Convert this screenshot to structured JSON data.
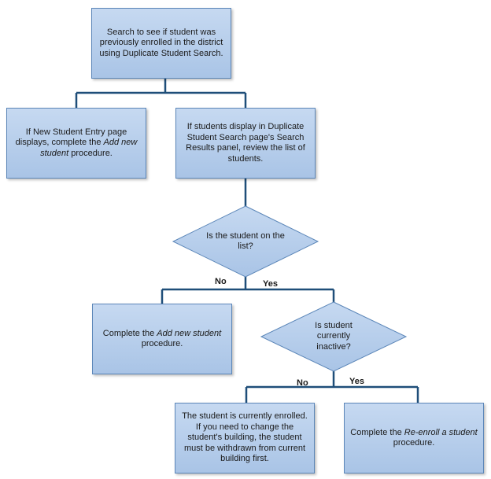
{
  "boxes": {
    "search": {
      "text": "Search to see if student was previously enrolled in the district using Duplicate Student Search."
    },
    "new_entry": {
      "pre": "If New Student Entry page displays, complete the ",
      "em": "Add new student",
      "post": " procedure."
    },
    "duplicates": {
      "text": "If students display in Duplicate Student Search page's Search Results panel, review the list of students."
    },
    "complete_add": {
      "pre": "Complete the ",
      "em": "Add new student",
      "post": " procedure."
    },
    "enrolled": {
      "text": "The student is currently enrolled. If you need to change the student's building, the student must be withdrawn from current building first."
    },
    "reenroll": {
      "pre": "Complete the ",
      "em": "Re-enroll a student",
      "post": " procedure."
    }
  },
  "decisions": {
    "on_list": {
      "text": "Is the student on the list?"
    },
    "inactive": {
      "text": "Is student currently inactive?"
    }
  },
  "labels": {
    "no1": "No",
    "yes1": "Yes",
    "no2": "No",
    "yes2": "Yes"
  },
  "colors": {
    "box_fill_top": "#c6d9f1",
    "box_fill_bottom": "#a9c4e6",
    "box_border": "#5b86b8",
    "connector": "#1f4e79"
  }
}
